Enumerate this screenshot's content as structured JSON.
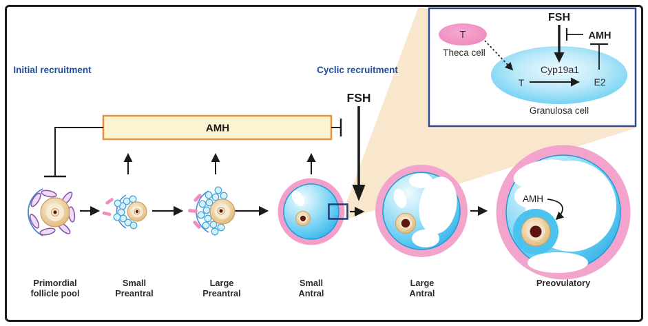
{
  "figure": {
    "initial_recruitment_label": "Initial recruitment",
    "cyclic_recruitment_label": "Cyclic recruitment",
    "amh_bar_label": "AMH",
    "fsh_label": "FSH",
    "preovulatory_amh_label": "AMH"
  },
  "stages": [
    {
      "line1": "Primordial",
      "line2": "follicle pool"
    },
    {
      "line1": "Small",
      "line2": "Preantral"
    },
    {
      "line1": "Large",
      "line2": "Preantral"
    },
    {
      "line1": "Small",
      "line2": "Antral"
    },
    {
      "line1": "Large",
      "line2": "Antral"
    },
    {
      "line1": "Preovulatory",
      "line2": ""
    }
  ],
  "inset": {
    "theca_t": "T",
    "theca_cell_label": "Theca cell",
    "fsh_label": "FSH",
    "amh_label": "AMH",
    "cyp19a1_label": "Cyp19a1",
    "granulosa_t": "T",
    "e2_label": "E2",
    "granulosa_cell_label": "Granulosa cell"
  },
  "colors": {
    "header_blue": "#1c4e9e",
    "amh_box_fill": "#fcf4d1",
    "amh_box_border": "#e8913d",
    "wedge_peach": "#f9e7cd",
    "follicle_pink_ring": "#f2a0cb",
    "follicle_blue": "#45c0ef",
    "inset_border": "#2b4c90",
    "theca_pink": "#f092c4",
    "granulosa_blue": "#7fd6f5",
    "oocyte_tan": "#e8c48f",
    "nucleus_brown": "#5d160e",
    "line_black": "#1b1b1b"
  }
}
